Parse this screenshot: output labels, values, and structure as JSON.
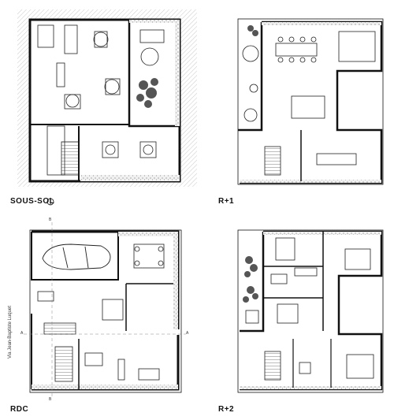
{
  "plans": [
    {
      "label": "SOUS-SOL",
      "has_north_symbol": true
    },
    {
      "label": "R+1"
    },
    {
      "label": "RDC"
    },
    {
      "label": "R+2"
    }
  ],
  "street_name": "Via Jean-Baptiste Luquet",
  "section_marks": {
    "a": "A",
    "b": "B"
  },
  "colors": {
    "line": "#111111",
    "wall_fill": "#e6e6e6",
    "hatch": "#cfcfcf",
    "greenery": "#444444"
  }
}
